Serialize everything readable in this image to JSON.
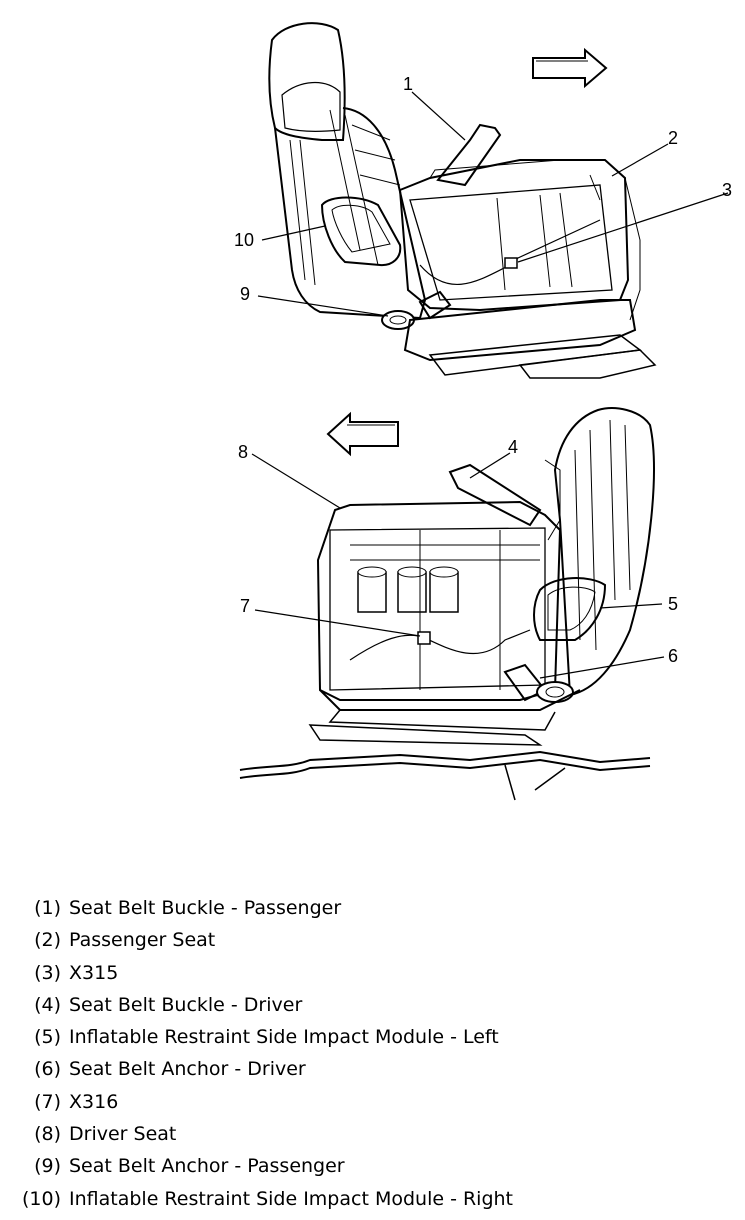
{
  "callouts": [
    {
      "n": "1"
    },
    {
      "n": "2"
    },
    {
      "n": "3"
    },
    {
      "n": "4"
    },
    {
      "n": "5"
    },
    {
      "n": "6"
    },
    {
      "n": "7"
    },
    {
      "n": "8"
    },
    {
      "n": "9"
    },
    {
      "n": "10"
    }
  ],
  "legend": [
    {
      "num": "(1)",
      "label": "Seat Belt Buckle - Passenger"
    },
    {
      "num": "(2)",
      "label": "Passenger Seat"
    },
    {
      "num": "(3)",
      "label": "X315"
    },
    {
      "num": "(4)",
      "label": "Seat Belt Buckle - Driver"
    },
    {
      "num": "(5)",
      "label": "Inflatable Restraint Side Impact Module - Left"
    },
    {
      "num": "(6)",
      "label": "Seat Belt Anchor - Driver"
    },
    {
      "num": "(7)",
      "label": "X316"
    },
    {
      "num": "(8)",
      "label": "Driver Seat"
    },
    {
      "num": "(9)",
      "label": "Seat Belt Anchor - Passenger"
    },
    {
      "num": "(10)",
      "label": "Inflatable Restraint Side Impact Module - Right"
    }
  ]
}
